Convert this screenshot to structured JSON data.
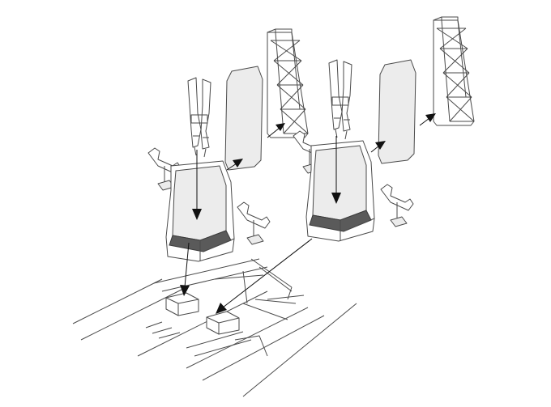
{
  "diagram": {
    "type": "exploded-assembly",
    "colors": {
      "line": "#4a4a4a",
      "part_fill": "#ececec",
      "cushion": "#5a5a5a",
      "arrow": "#111111",
      "background": "#ffffff"
    },
    "assemblies": [
      {
        "parts": [
          "seat-frame-truss",
          "seat-backboard",
          "shoulder-harness",
          "lap-belt-left",
          "lap-belt-right",
          "seat-bucket",
          "seat-mount-block"
        ]
      },
      {
        "parts": [
          "seat-frame-truss",
          "seat-backboard",
          "shoulder-harness",
          "lap-belt-left",
          "lap-belt-right",
          "seat-bucket",
          "seat-mount-block"
        ]
      }
    ]
  }
}
